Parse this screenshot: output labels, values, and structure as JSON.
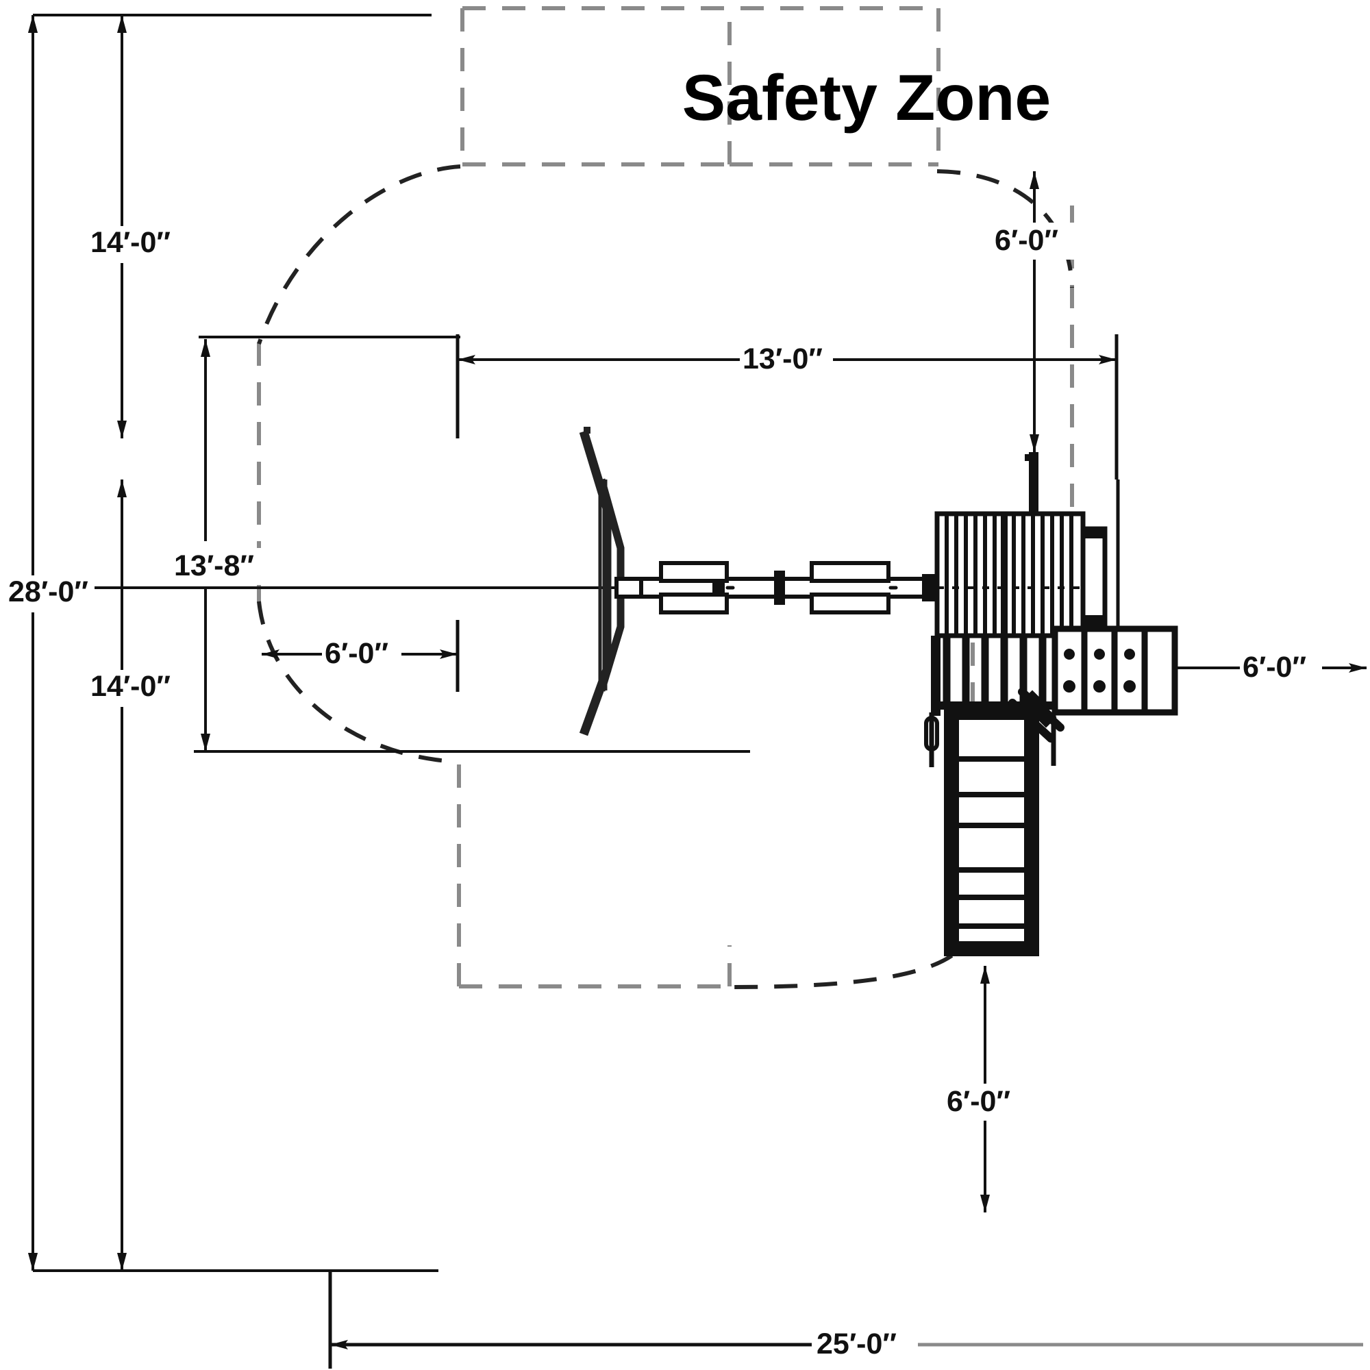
{
  "drawing": {
    "title": "Safety Zone",
    "type": "playground-equipment-plan-view",
    "line_colors": {
      "equipment": "#111111",
      "dimension": "#111111",
      "safety_zone_dashed": "#8a8a8a",
      "safety_zone_arc": "#222222",
      "background": "#ffffff"
    }
  },
  "dimensions": {
    "overall_height": "28′-0″",
    "upper_half_height": "14′-0″",
    "lower_half_height": "14′-0″",
    "swing_bay_height": "13′-8″",
    "swing_clearance_left": "6′-0″",
    "deck_clearance_top": "6′-0″",
    "deck_clearance_right": "6′-0″",
    "slide_clearance_bottom": "6′-0″",
    "structure_width": "13′-0″",
    "overall_width": "25′-0″"
  },
  "labels": [
    {
      "id": "overall-height",
      "text": "28′-0″"
    },
    {
      "id": "upper-half-height",
      "text": "14′-0″"
    },
    {
      "id": "lower-half-height",
      "text": "14′-0″"
    },
    {
      "id": "swing-bay-height",
      "text": "13′-8″"
    },
    {
      "id": "swing-clearance-left",
      "text": "6′-0″"
    },
    {
      "id": "deck-clearance-top",
      "text": "6′-0″"
    },
    {
      "id": "deck-clearance-right",
      "text": "6′-0″"
    },
    {
      "id": "slide-clearance-bottom",
      "text": "6′-0″"
    },
    {
      "id": "structure-width",
      "text": "13′-0″"
    },
    {
      "id": "overall-width",
      "text": "25′-0″"
    },
    {
      "id": "title",
      "text": "Safety Zone"
    }
  ]
}
